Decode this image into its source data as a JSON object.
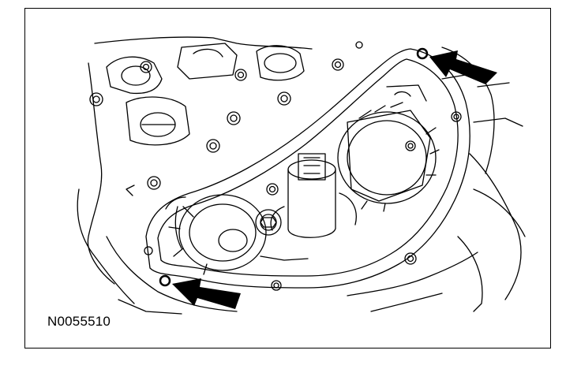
{
  "figure": {
    "id_label": "N0055510",
    "subject": "engine-front-cover-camshaft-timing-drawing",
    "callouts": [
      {
        "name": "upper-right-alignment-dowel",
        "marker": "circle",
        "pointer": "arrow"
      },
      {
        "name": "lower-left-alignment-dowel",
        "marker": "circle",
        "pointer": "arrow"
      }
    ],
    "colors": {
      "line": "#000000",
      "background": "#ffffff"
    }
  }
}
